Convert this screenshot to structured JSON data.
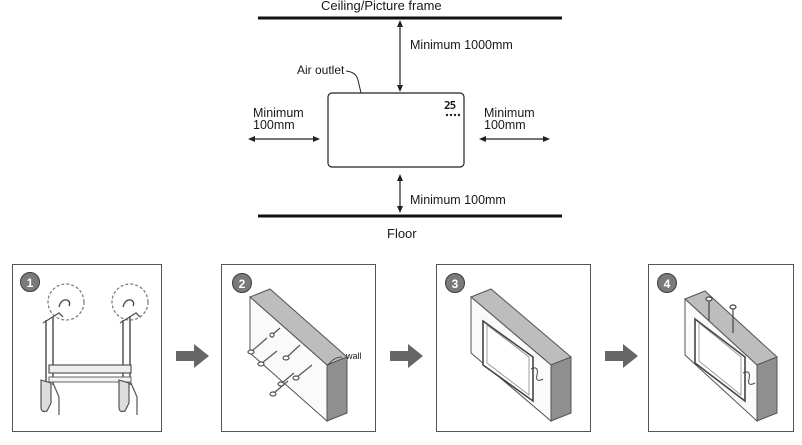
{
  "clearance": {
    "ceiling_label": "Ceiling/Picture frame",
    "floor_label": "Floor",
    "top_label": "Minimum 1000mm",
    "bottom_label": "Minimum 100mm",
    "left_label_line1": "Minimum",
    "left_label_line2": "100mm",
    "right_label_line1": "Minimum",
    "right_label_line2": "100mm",
    "air_outlet_label": "Air outlet",
    "display_reading": "25"
  },
  "steps": [
    {
      "number": "1"
    },
    {
      "number": "2",
      "wall_label": "wall"
    },
    {
      "number": "3"
    },
    {
      "number": "4"
    }
  ]
}
